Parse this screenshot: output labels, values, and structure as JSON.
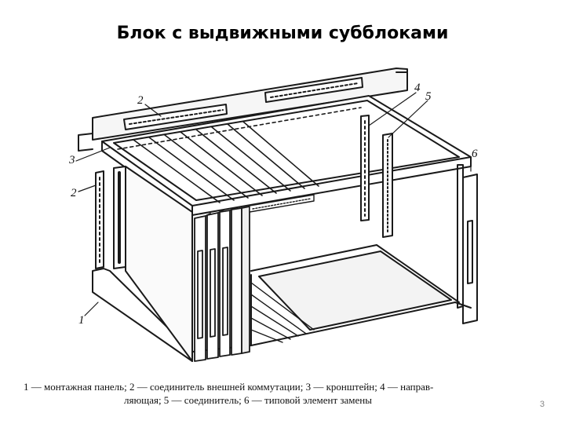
{
  "slide": {
    "title": "Блок с выдвижными субблоками",
    "page_number": "3"
  },
  "figure": {
    "labels": {
      "l1": "1",
      "l2a": "2",
      "l2b": "2",
      "l3": "3",
      "l4": "4",
      "l5": "5",
      "l6": "6"
    }
  },
  "caption": {
    "line1": "1 — монтажная панель; 2 — соединитель внешней коммутации; 3 — кронштейн; 4 — направ-",
    "line2": "ляющая; 5 — соединитель; 6 — типовой элемент замены"
  }
}
